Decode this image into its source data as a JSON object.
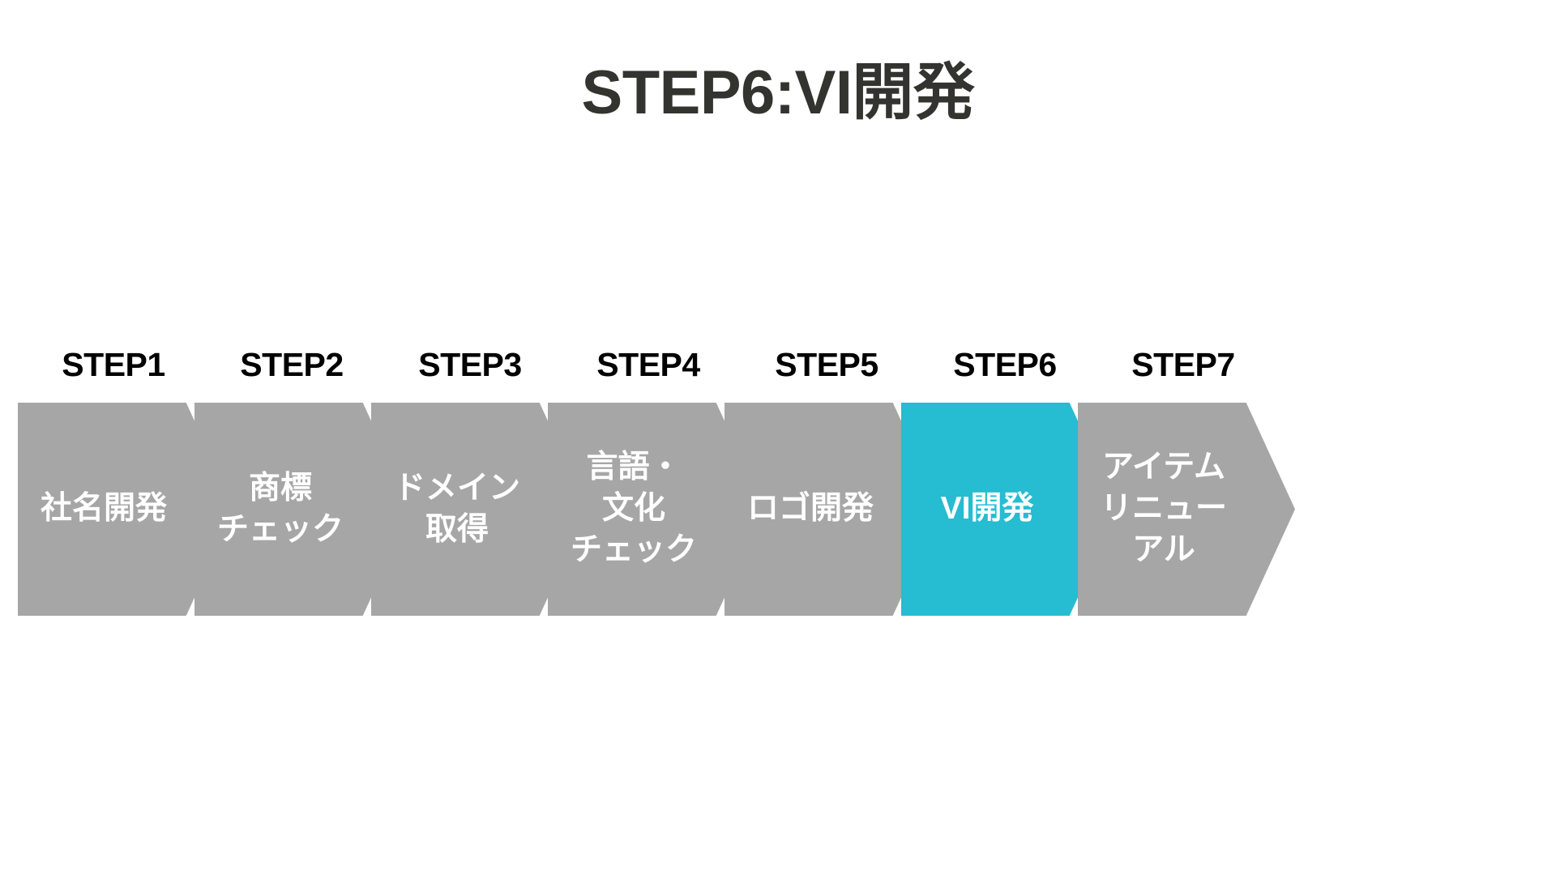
{
  "slide": {
    "title": "STEP6:VI開発",
    "background_color": "#ffffff",
    "title_color": "#33332f"
  },
  "palette": {
    "inactive_fill": "#a6a6a6",
    "active_fill": "#26bcd1",
    "chevron_text_color": "#ffffff",
    "step_label_color": "#000000"
  },
  "flow": {
    "active_index": 5,
    "steps": [
      {
        "label": "STEP1",
        "text": "社名開発",
        "active": false
      },
      {
        "label": "STEP2",
        "text": "商標\nチェック",
        "active": false
      },
      {
        "label": "STEP3",
        "text": "ドメイン\n取得",
        "active": false
      },
      {
        "label": "STEP4",
        "text": "言語・\n文化\nチェック",
        "active": false
      },
      {
        "label": "STEP5",
        "text": "ロゴ開発",
        "active": false
      },
      {
        "label": "STEP6",
        "text": "VI開発",
        "active": true
      },
      {
        "label": "STEP7",
        "text": "アイテム\nリニュー\nアル",
        "active": false
      }
    ]
  }
}
